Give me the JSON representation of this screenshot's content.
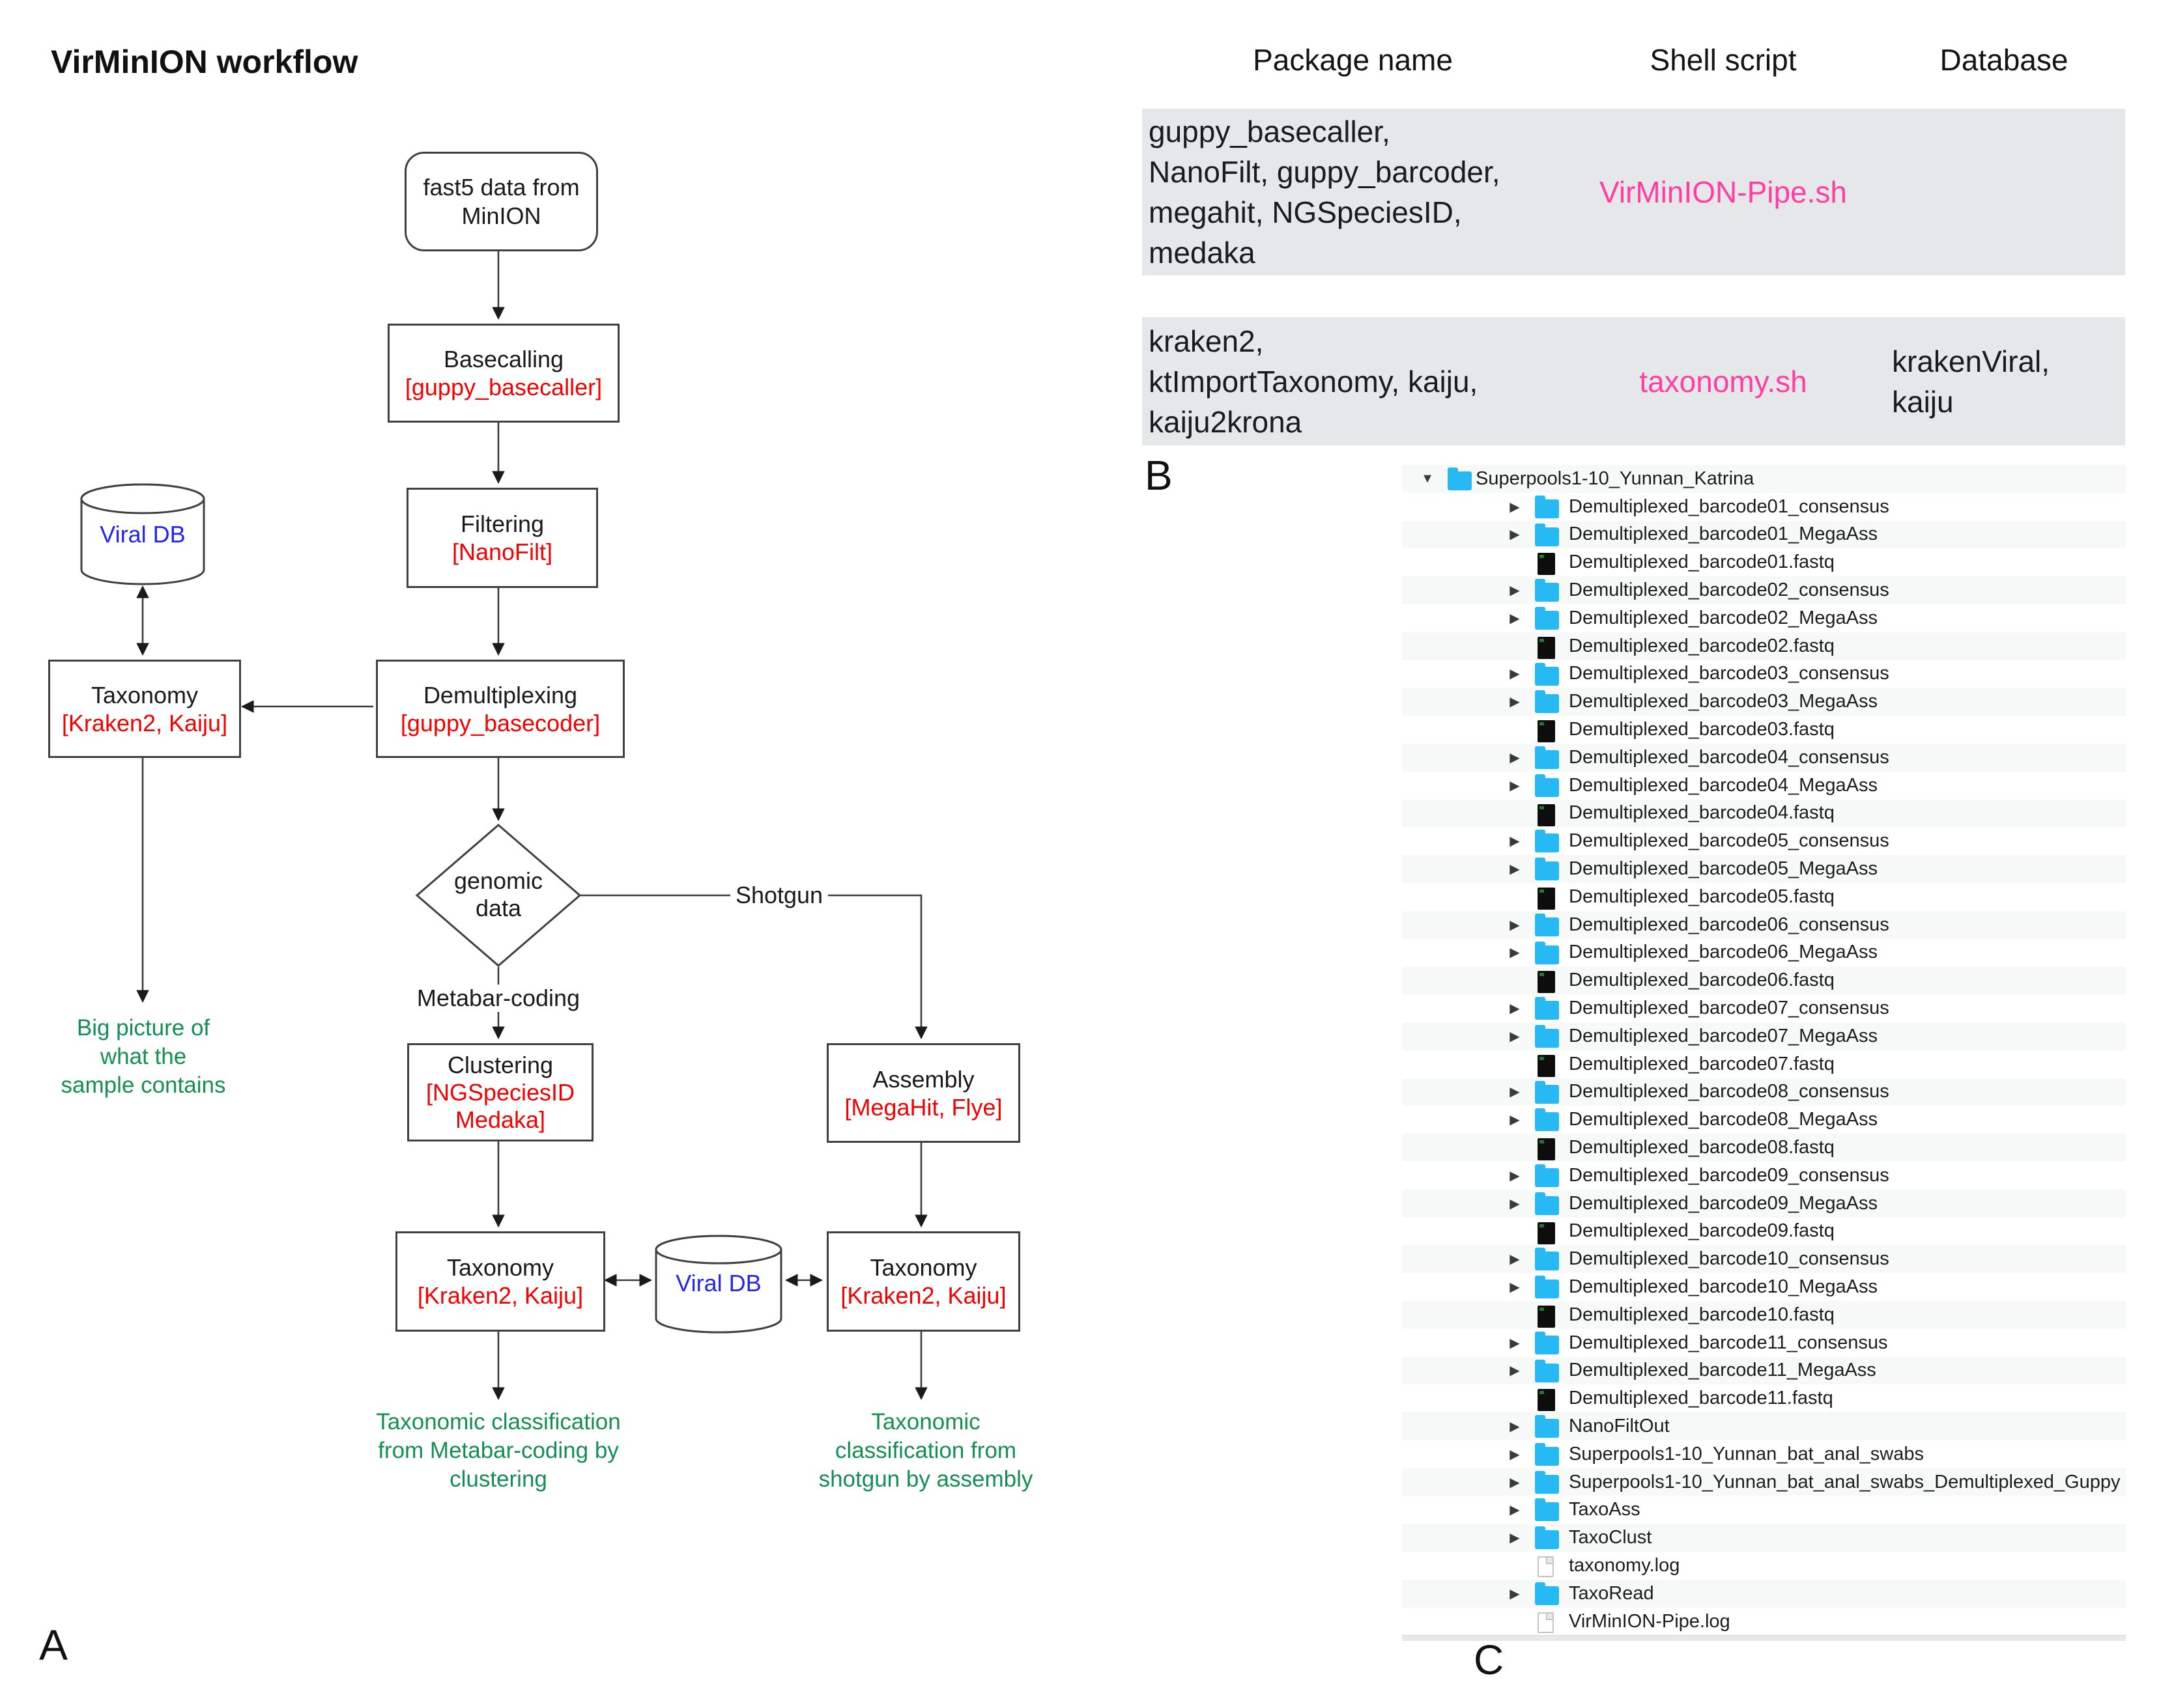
{
  "figure": {
    "panel_a_label": "A",
    "panel_b_label": "B",
    "panel_c_label": "C"
  },
  "colors": {
    "tool_red": "#f40000",
    "database_blue": "#2424f0",
    "output_green": "#148f52",
    "script_pink": "#ff3da2",
    "folder_cyan": "#27b9f4",
    "table_row_gray": "#e5e7e9"
  },
  "workflow": {
    "title": "VirMinION workflow",
    "input_node": "fast5 data from\nMinION",
    "basecalling": {
      "name": "Basecalling",
      "tool": "[guppy_basecaller]"
    },
    "filtering": {
      "name": "Filtering",
      "tool": "[NanoFilt]"
    },
    "demultiplexing": {
      "name": "Demultiplexing",
      "tool": "[guppy_basecoder]"
    },
    "taxonomy_reads": {
      "name": "Taxonomy",
      "tool": "[Kraken2, Kaiju]"
    },
    "viral_db_top": "Viral DB",
    "decision_node": "genomic\ndata",
    "branch_metabar": "Metabar-coding",
    "branch_shotgun": "Shotgun",
    "clustering": {
      "name": "Clustering",
      "tool": "[NGSpeciesID\nMedaka]"
    },
    "assembly": {
      "name": "Assembly",
      "tool": "[MegaHit, Flye]"
    },
    "taxonomy_clustering": {
      "name": "Taxonomy",
      "tool": "[Kraken2, Kaiju]"
    },
    "taxonomy_assembly": {
      "name": "Taxonomy",
      "tool": "[Kraken2, Kaiju]"
    },
    "viral_db_bottom": "Viral DB",
    "output_reads": "Big picture of\nwhat the\nsample contains",
    "output_clustering": "Taxonomic classification\nfrom Metabar-coding by\nclustering",
    "output_assembly": "Taxonomic\nclassification from\nshotgun by assembly"
  },
  "table": {
    "headers": [
      "Package name",
      "Shell script",
      "Database"
    ],
    "rows": [
      {
        "packages": "guppy_basecaller,\nNanoFilt, guppy_barcoder,\nmegahit, NGSpeciesID,\nmedaka",
        "script": "VirMinION-Pipe.sh",
        "database": ""
      },
      {
        "packages": "kraken2,\nktImportTaxonomy, kaiju,\nkaiju2krona",
        "script": "taxonomy.sh",
        "database": "krakenViral,\nkaiju"
      }
    ]
  },
  "tree": {
    "items": [
      {
        "label": "Superpools1-10_Yunnan_Katrina",
        "type": "folder",
        "level": 0,
        "disclosure": "open"
      },
      {
        "label": "Demultiplexed_barcode01_consensus",
        "type": "folder",
        "level": 1,
        "disclosure": "closed"
      },
      {
        "label": "Demultiplexed_barcode01_MegaAss",
        "type": "folder",
        "level": 1,
        "disclosure": "closed"
      },
      {
        "label": "Demultiplexed_barcode01.fastq",
        "type": "fastq",
        "level": 1,
        "disclosure": "none"
      },
      {
        "label": "Demultiplexed_barcode02_consensus",
        "type": "folder",
        "level": 1,
        "disclosure": "closed"
      },
      {
        "label": "Demultiplexed_barcode02_MegaAss",
        "type": "folder",
        "level": 1,
        "disclosure": "closed"
      },
      {
        "label": "Demultiplexed_barcode02.fastq",
        "type": "fastq",
        "level": 1,
        "disclosure": "none"
      },
      {
        "label": "Demultiplexed_barcode03_consensus",
        "type": "folder",
        "level": 1,
        "disclosure": "closed"
      },
      {
        "label": "Demultiplexed_barcode03_MegaAss",
        "type": "folder",
        "level": 1,
        "disclosure": "closed"
      },
      {
        "label": "Demultiplexed_barcode03.fastq",
        "type": "fastq",
        "level": 1,
        "disclosure": "none"
      },
      {
        "label": "Demultiplexed_barcode04_consensus",
        "type": "folder",
        "level": 1,
        "disclosure": "closed"
      },
      {
        "label": "Demultiplexed_barcode04_MegaAss",
        "type": "folder",
        "level": 1,
        "disclosure": "closed"
      },
      {
        "label": "Demultiplexed_barcode04.fastq",
        "type": "fastq",
        "level": 1,
        "disclosure": "none"
      },
      {
        "label": "Demultiplexed_barcode05_consensus",
        "type": "folder",
        "level": 1,
        "disclosure": "closed"
      },
      {
        "label": "Demultiplexed_barcode05_MegaAss",
        "type": "folder",
        "level": 1,
        "disclosure": "closed"
      },
      {
        "label": "Demultiplexed_barcode05.fastq",
        "type": "fastq",
        "level": 1,
        "disclosure": "none"
      },
      {
        "label": "Demultiplexed_barcode06_consensus",
        "type": "folder",
        "level": 1,
        "disclosure": "closed"
      },
      {
        "label": "Demultiplexed_barcode06_MegaAss",
        "type": "folder",
        "level": 1,
        "disclosure": "closed"
      },
      {
        "label": "Demultiplexed_barcode06.fastq",
        "type": "fastq",
        "level": 1,
        "disclosure": "none"
      },
      {
        "label": "Demultiplexed_barcode07_consensus",
        "type": "folder",
        "level": 1,
        "disclosure": "closed"
      },
      {
        "label": "Demultiplexed_barcode07_MegaAss",
        "type": "folder",
        "level": 1,
        "disclosure": "closed"
      },
      {
        "label": "Demultiplexed_barcode07.fastq",
        "type": "fastq",
        "level": 1,
        "disclosure": "none"
      },
      {
        "label": "Demultiplexed_barcode08_consensus",
        "type": "folder",
        "level": 1,
        "disclosure": "closed"
      },
      {
        "label": "Demultiplexed_barcode08_MegaAss",
        "type": "folder",
        "level": 1,
        "disclosure": "closed"
      },
      {
        "label": "Demultiplexed_barcode08.fastq",
        "type": "fastq",
        "level": 1,
        "disclosure": "none"
      },
      {
        "label": "Demultiplexed_barcode09_consensus",
        "type": "folder",
        "level": 1,
        "disclosure": "closed"
      },
      {
        "label": "Demultiplexed_barcode09_MegaAss",
        "type": "folder",
        "level": 1,
        "disclosure": "closed"
      },
      {
        "label": "Demultiplexed_barcode09.fastq",
        "type": "fastq",
        "level": 1,
        "disclosure": "none"
      },
      {
        "label": "Demultiplexed_barcode10_consensus",
        "type": "folder",
        "level": 1,
        "disclosure": "closed"
      },
      {
        "label": "Demultiplexed_barcode10_MegaAss",
        "type": "folder",
        "level": 1,
        "disclosure": "closed"
      },
      {
        "label": "Demultiplexed_barcode10.fastq",
        "type": "fastq",
        "level": 1,
        "disclosure": "none"
      },
      {
        "label": "Demultiplexed_barcode11_consensus",
        "type": "folder",
        "level": 1,
        "disclosure": "closed"
      },
      {
        "label": "Demultiplexed_barcode11_MegaAss",
        "type": "folder",
        "level": 1,
        "disclosure": "closed"
      },
      {
        "label": "Demultiplexed_barcode11.fastq",
        "type": "fastq",
        "level": 1,
        "disclosure": "none"
      },
      {
        "label": "NanoFiltOut",
        "type": "folder",
        "level": 1,
        "disclosure": "closed"
      },
      {
        "label": "Superpools1-10_Yunnan_bat_anal_swabs",
        "type": "folder",
        "level": 1,
        "disclosure": "closed"
      },
      {
        "label": "Superpools1-10_Yunnan_bat_anal_swabs_Demultiplexed_Guppy",
        "type": "folder",
        "level": 1,
        "disclosure": "closed"
      },
      {
        "label": "TaxoAss",
        "type": "folder",
        "level": 1,
        "disclosure": "closed"
      },
      {
        "label": "TaxoClust",
        "type": "folder",
        "level": 1,
        "disclosure": "closed"
      },
      {
        "label": "taxonomy.log",
        "type": "log",
        "level": 1,
        "disclosure": "none"
      },
      {
        "label": "TaxoRead",
        "type": "folder",
        "level": 1,
        "disclosure": "closed"
      },
      {
        "label": "VirMinION-Pipe.log",
        "type": "log",
        "level": 1,
        "disclosure": "none"
      }
    ]
  }
}
